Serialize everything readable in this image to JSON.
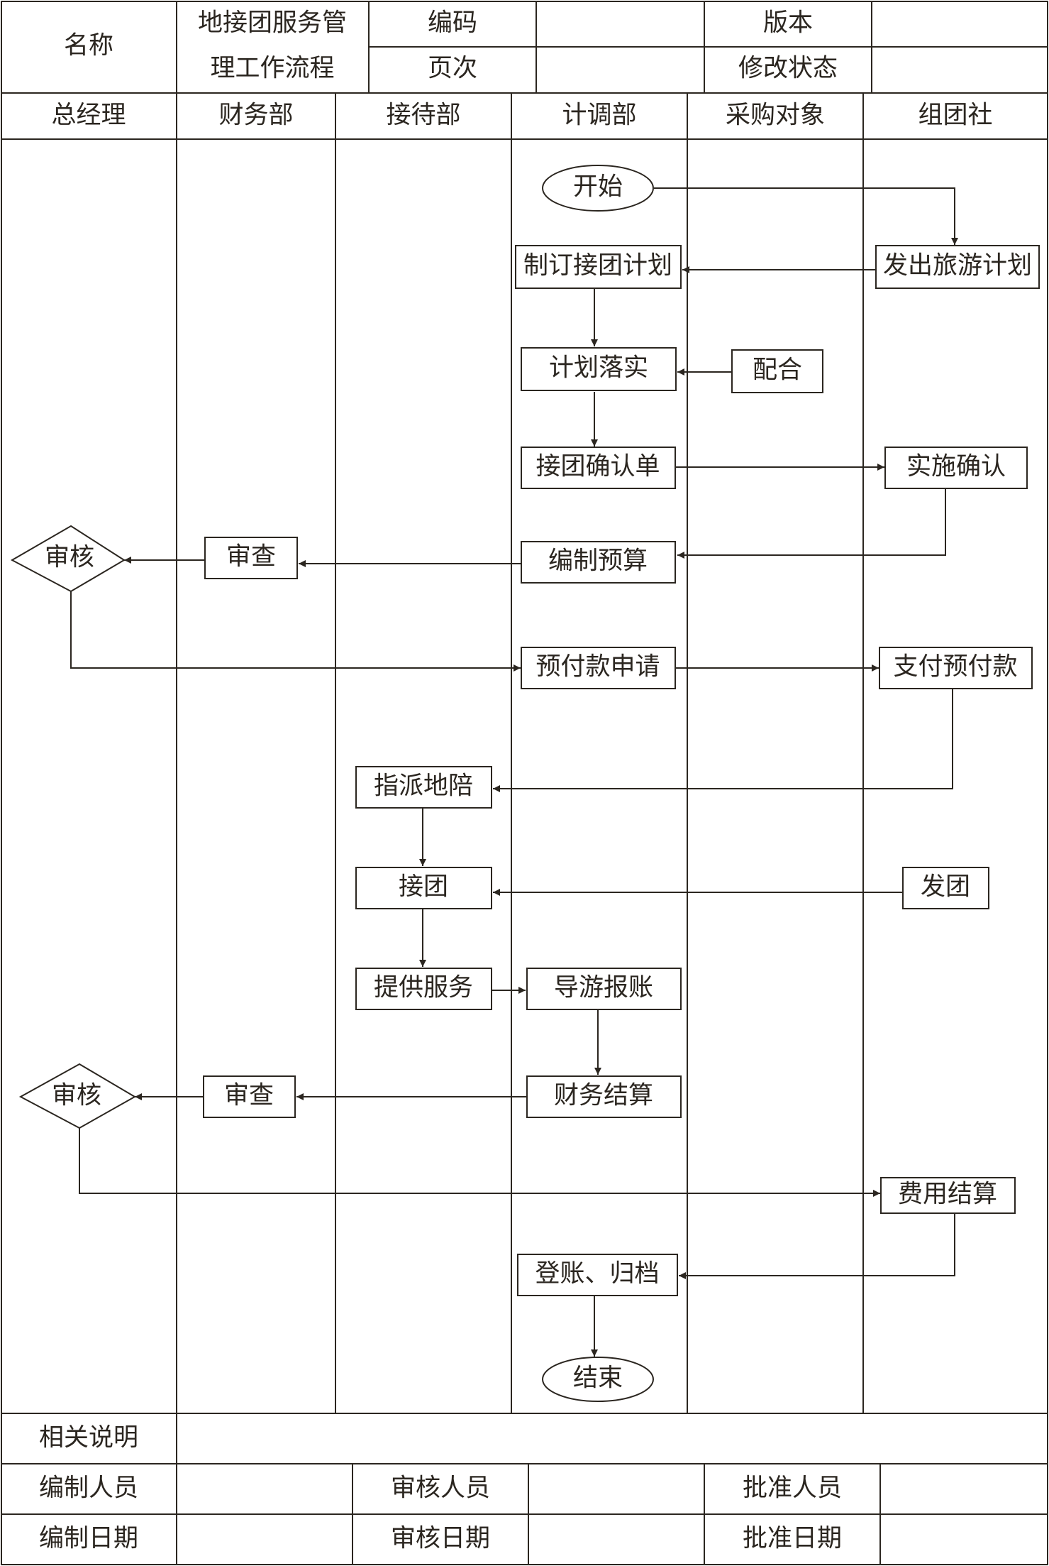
{
  "header": {
    "name_label": "名称",
    "title_line1": "地接团服务管",
    "title_line2": "理工作流程",
    "code_label": "编码",
    "code_value": "",
    "version_label": "版本",
    "version_value": "",
    "page_label": "页次",
    "page_value": "",
    "revision_label": "修改状态",
    "revision_value": ""
  },
  "lanes": [
    "总经理",
    "财务部",
    "接待部",
    "计调部",
    "采购对象",
    "组团社"
  ],
  "nodes": {
    "start": "开始",
    "send_plan": "发出旅游计划",
    "make_plan": "制订接团计划",
    "implement": "计划落实",
    "cooperate": "配合",
    "confirm_sheet": "接团确认单",
    "confirm_exec": "实施确认",
    "budget": "编制预算",
    "review1": "审查",
    "audit1": "审核",
    "prepay_apply": "预付款申请",
    "pay_prepay": "支付预付款",
    "assign_guide": "指派地陪",
    "receive_group": "接团",
    "send_group": "发团",
    "provide_service": "提供服务",
    "guide_reimburse": "导游报账",
    "finance_settle": "财务结算",
    "review2": "审查",
    "audit2": "审核",
    "cost_settle": "费用结算",
    "archive": "登账、归档",
    "end": "结束"
  },
  "footer": {
    "notes_label": "相关说明",
    "notes_value": "",
    "prepared_by_label": "编制人员",
    "prepared_by_value": "",
    "reviewed_by_label": "审核人员",
    "reviewed_by_value": "",
    "approved_by_label": "批准人员",
    "approved_by_value": "",
    "prepared_date_label": "编制日期",
    "prepared_date_value": "",
    "reviewed_date_label": "审核日期",
    "reviewed_date_value": "",
    "approved_date_label": "批准日期",
    "approved_date_value": ""
  }
}
